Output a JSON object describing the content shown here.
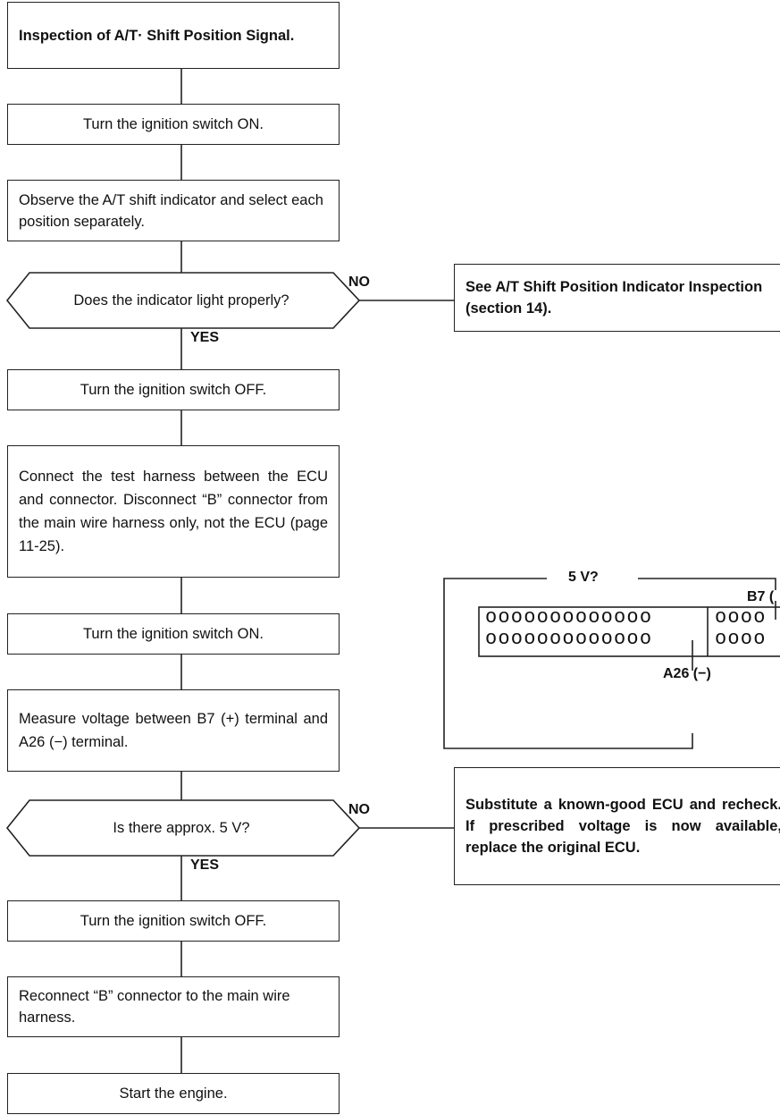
{
  "steps": {
    "s1": "Inspection of A/T· Shift Position Signal.",
    "s2": "Turn the ignition switch ON.",
    "s3": "Observe the A/T shift indicator and select each position separately.",
    "d1": "Does the indicator light properly?",
    "s4": "Turn the ignition switch OFF.",
    "s5": "Connect the test harness between the ECU and connector. Disconnect “B” connector from the main wire harness only, not the ECU (page 11-25).",
    "s6": "Turn the ignition switch ON.",
    "s7": "Measure voltage between B7 (+) terminal and A26 (−) terminal.",
    "d2": "Is there approx. 5 V?",
    "s8": "Turn the ignition switch OFF.",
    "s9": "Reconnect “B” connector to the main wire harness.",
    "s10": "Start the engine."
  },
  "labels": {
    "no1": "NO",
    "yes1": "YES",
    "no2": "NO",
    "yes2": "YES"
  },
  "side": {
    "r1": "See A/T Shift Position Indicator Inspection (section 14).",
    "r2": "Substitute a known-good ECU and recheck. If prescribed voltage is now available, replace the original ECU."
  },
  "connector": {
    "voltage": "5 V?",
    "plus_label": "B7 (",
    "minus_label": "A26 (−)",
    "pins_left_row": "ooooooooooooo",
    "pins_right_row": "oooo"
  }
}
